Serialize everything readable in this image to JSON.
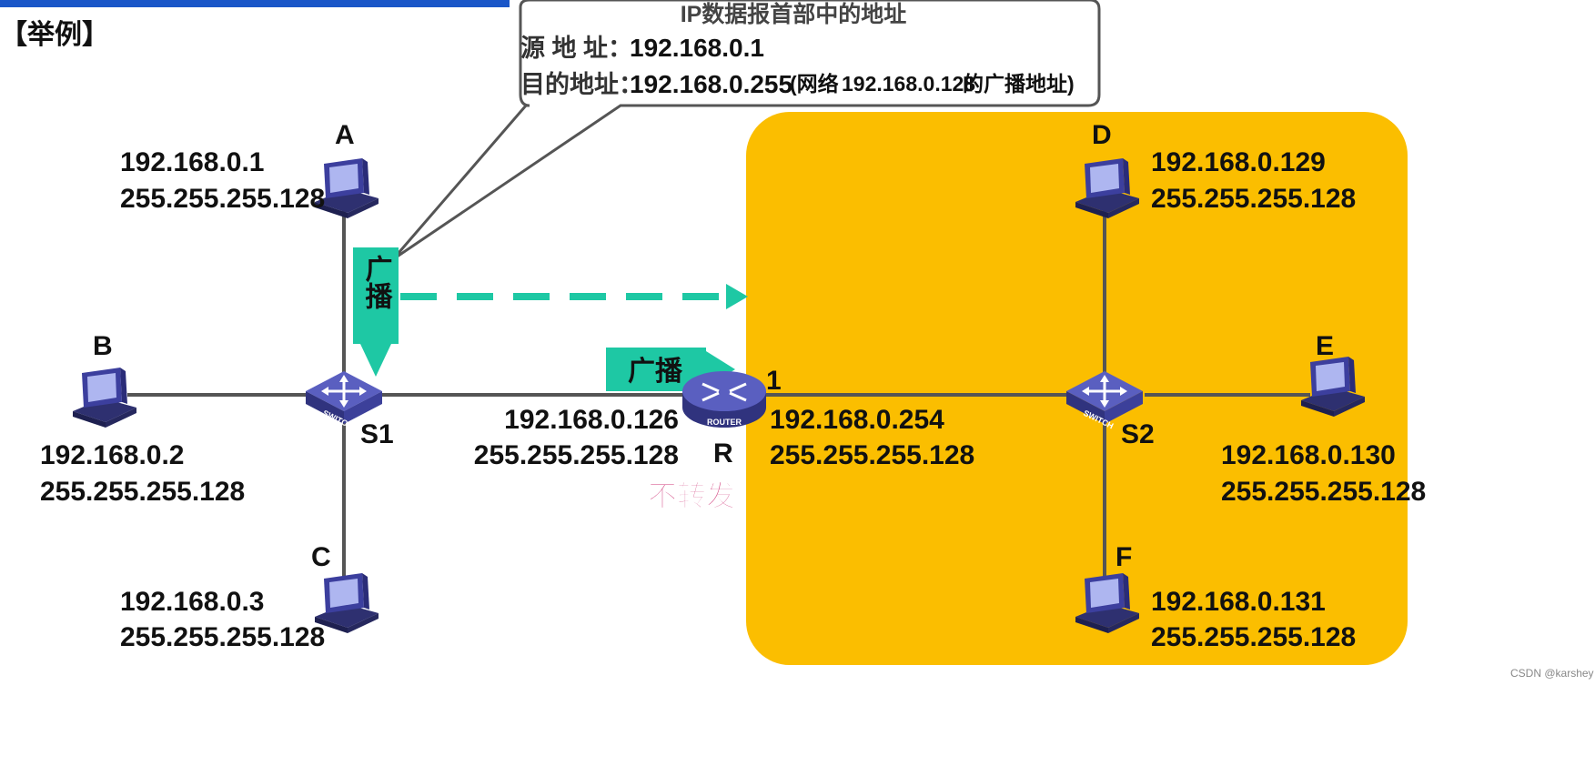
{
  "heading": {
    "example_label": "【举例】"
  },
  "callout": {
    "title": "IP数据报首部中的地址",
    "src_key": "源 地 址：",
    "src_value": "192.168.0.1",
    "dst_key": "目的地址：",
    "dst_value": "192.168.0.255",
    "dst_note_open": "(网络",
    "dst_note_net": "192.168.0.128",
    "dst_note_close": "的广播地址)"
  },
  "hosts": {
    "A": {
      "label": "A",
      "ip": "192.168.0.1",
      "mask": "255.255.255.128"
    },
    "B": {
      "label": "B",
      "ip": "192.168.0.2",
      "mask": "255.255.255.128"
    },
    "C": {
      "label": "C",
      "ip": "192.168.0.3",
      "mask": "255.255.255.128"
    },
    "D": {
      "label": "D",
      "ip": "192.168.0.129",
      "mask": "255.255.255.128"
    },
    "E": {
      "label": "E",
      "ip": "192.168.0.130",
      "mask": "255.255.255.128"
    },
    "F": {
      "label": "F",
      "ip": "192.168.0.131",
      "mask": "255.255.255.128"
    }
  },
  "switches": {
    "S1": {
      "label": "S1",
      "badge": "SWITCH"
    },
    "S2": {
      "label": "S2",
      "badge": "SWITCH"
    }
  },
  "router": {
    "label": "R",
    "badge": "ROUTER",
    "port_label": "1",
    "left_ip": "192.168.0.126",
    "left_mask": "255.255.255.128",
    "right_ip": "192.168.0.254",
    "right_mask": "255.255.255.128",
    "not_forward": "不转发"
  },
  "broadcast": {
    "vertical_label": "广播",
    "horizontal_label": "广播"
  },
  "footer": {
    "watermark": "CSDN @karshey"
  },
  "colors": {
    "subnet_fill": "#FBBE00",
    "broadcast_teal": "#1EC8A4",
    "device_blue": "#3C3F9E",
    "link_gray": "#555555",
    "not_forward_pink": "#D03A7A",
    "heading_blue": "#1A56C8"
  },
  "icons": {
    "host": "desktop-computer-icon",
    "switch": "switch-icon",
    "router": "router-icon"
  }
}
